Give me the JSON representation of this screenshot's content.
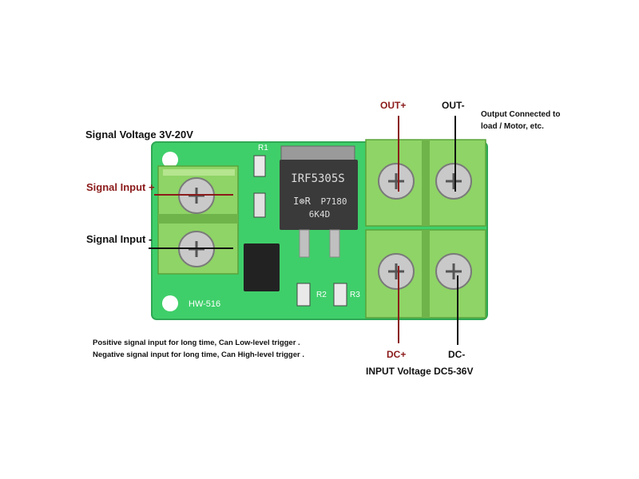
{
  "labels": {
    "signal_voltage": "Signal Voltage 3V-20V",
    "signal_input_plus": "Signal Input +",
    "signal_input_minus": "Signal Input -",
    "out_plus": "OUT+",
    "out_minus": "OUT-",
    "output_note_line1": "Output Connected to",
    "output_note_line2": "load / Motor, etc.",
    "dc_plus": "DC+",
    "dc_minus": "DC-",
    "input_voltage": "INPUT Voltage DC5-36V",
    "note_line1": "Positive signal input for long time, Can Low-level trigger .",
    "note_line2": "Negative signal input for long time, Can High-level trigger ."
  },
  "board": {
    "mosfet_line1": "IRF5305S",
    "mosfet_logo": "I⊗R",
    "mosfet_line2": "P7180",
    "mosfet_line3": "6K4D",
    "silkscreen_model": "HW-516",
    "r1": "R1",
    "r2": "R2",
    "r3": "R3"
  },
  "colors": {
    "pcb": "#3fcf6a",
    "terminal": "#8fd466",
    "label_red": "#8b1a1a",
    "mosfet": "#3a3a3a"
  }
}
